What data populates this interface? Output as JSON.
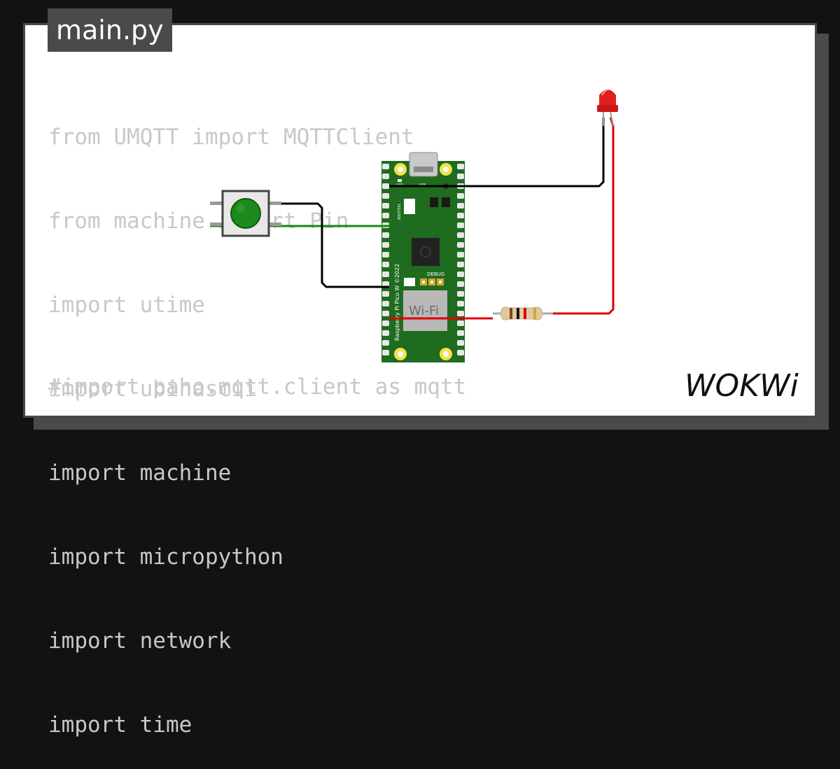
{
  "file_tab": {
    "label": "main.py"
  },
  "code": {
    "lines": [
      "from UMQTT import MQTTClient",
      "from machine import Pin",
      "import utime",
      "import ubinascii",
      "import machine",
      "import micropython",
      "import network",
      "import time"
    ],
    "comment": "#import paho.mqtt.client as mqtt"
  },
  "board": {
    "name": "Raspberry Pi Pico W ©2022",
    "wifi_label": "Wi-Fi",
    "debug_label": "DEBUG",
    "bootsel_label": "BOOTSEL",
    "led_label": "LED",
    "usb_label": "USB"
  },
  "logo": {
    "text": "WOKWi"
  },
  "colors": {
    "background": "#121212",
    "card": "#ffffff",
    "frame": "#4a4a4a",
    "code_text": "#c8c8c8",
    "board_green": "#1f6b1f",
    "wire_black": "#000000",
    "wire_green": "#138a13",
    "wire_red": "#dd0000",
    "led_red": "#e01e1e",
    "button_green": "#1c8a1c"
  }
}
